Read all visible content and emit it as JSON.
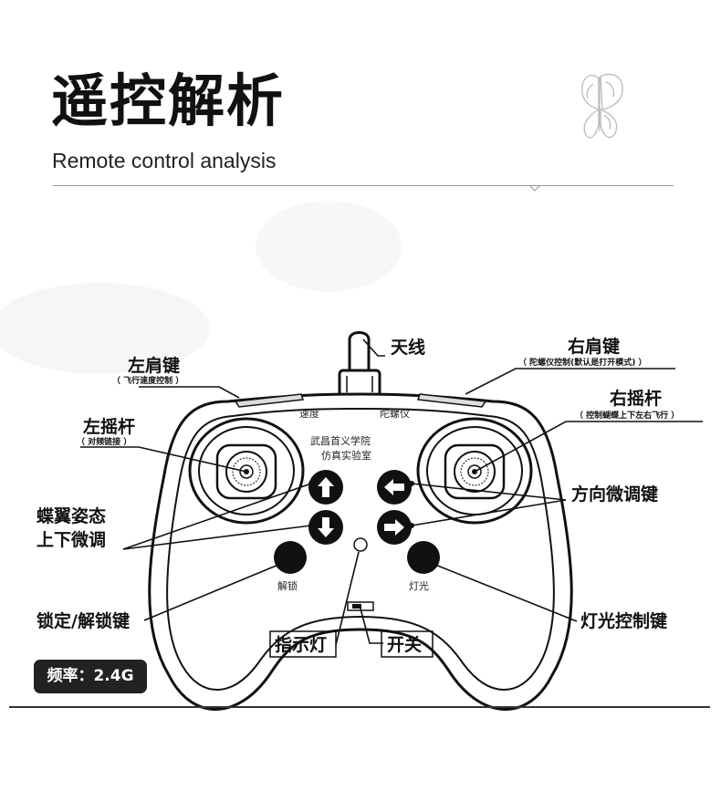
{
  "header": {
    "title": "遥控解析",
    "subtitle": "Remote control analysis"
  },
  "diagram": {
    "antenna_label": "天线",
    "left_shoulder": {
      "label": "左肩键",
      "note": "（ 飞行速度控制 ）"
    },
    "right_shoulder": {
      "label": "右肩键",
      "note": "（ 陀螺仪控制(默认是打开模式) ）"
    },
    "left_stick": {
      "label": "左摇杆",
      "note": "（ 对频链接 ）"
    },
    "right_stick": {
      "label": "右摇杆",
      "note": "（ 控制蝴蝶上下左右飞行 ）"
    },
    "wing_attitude": {
      "line1": "蝶翼姿态",
      "line2": "上下微调"
    },
    "trim_keys": "方向微调键",
    "lock_key": "锁定/解锁键",
    "light_key": "灯光控制键",
    "indicator": "指示灯",
    "switch": "开关",
    "body_text": {
      "speed": "速度",
      "gyro": "陀螺仪",
      "school": "武昌首义学院",
      "lab": "仿真实验室",
      "unlock": "解锁",
      "light": "灯光"
    }
  },
  "footer": {
    "frequency": "频率：2.4G"
  }
}
